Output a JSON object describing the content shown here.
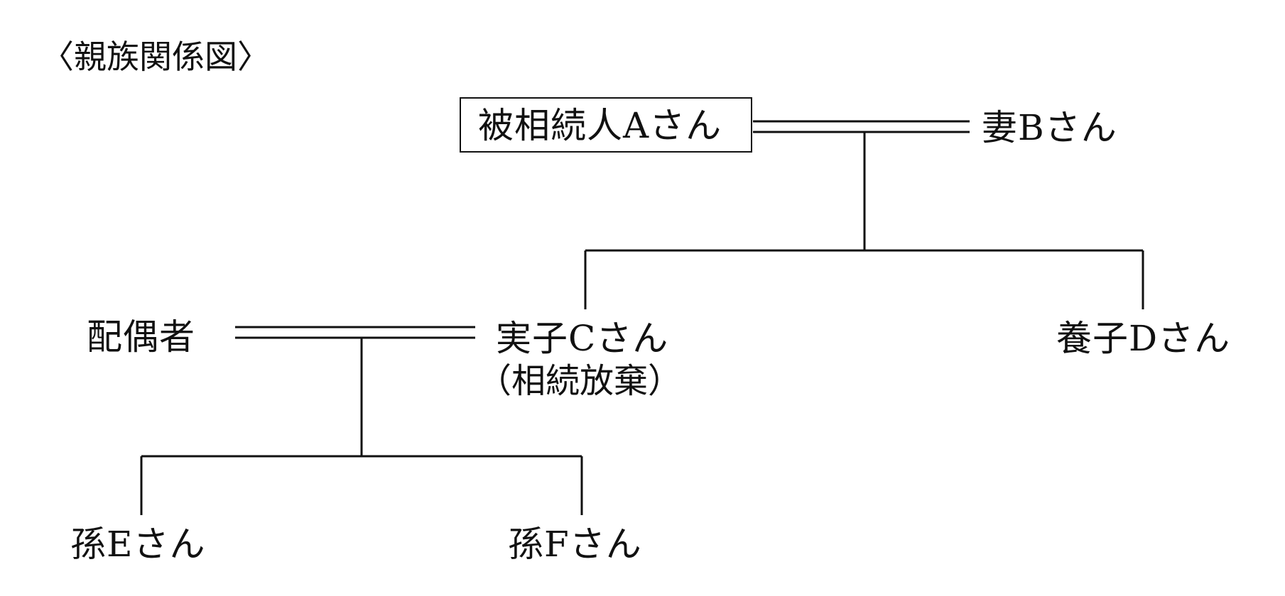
{
  "diagram": {
    "title": "〈親族関係図〉",
    "deceased": "被相続人Aさん",
    "wife": "妻Bさん",
    "spouse_of_c": "配偶者",
    "child_c": "実子Cさん",
    "child_c_note": "（相続放棄）",
    "child_d": "養子Dさん",
    "grandchild_e": "孫Eさん",
    "grandchild_f": "孫Fさん"
  }
}
